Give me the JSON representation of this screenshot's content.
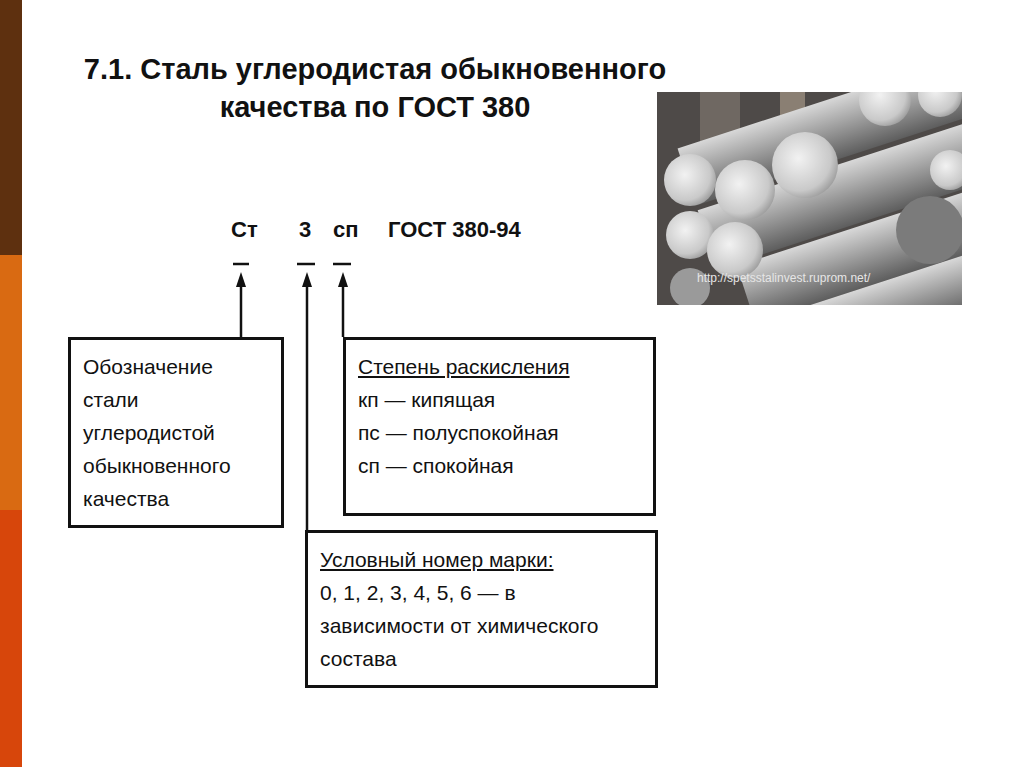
{
  "diagram": {
    "title": "7.1. Сталь углеродистая обыкновенного качества по ГОСТ 380",
    "nodes": [
      {
        "text": [
          "Обозначение стали углеродистой обыкновенного качества"
        ]
      },
      {
        "text": [
          "Степень раскисления",
          "кп — кипящая",
          "пс — полуспокойная",
          "сп — спокойная"
        ]
      },
      {
        "text": [
          "Условный номер марки:",
          "0, 1, 2, 3, 4, 5, 6 — в зависимости от химического состава"
        ]
      }
    ],
    "labels": [
      "Ст",
      "3",
      "сп",
      "ГОСТ 380-94",
      "http://spetsstalinvest.ruprom.net/"
    ]
  }
}
